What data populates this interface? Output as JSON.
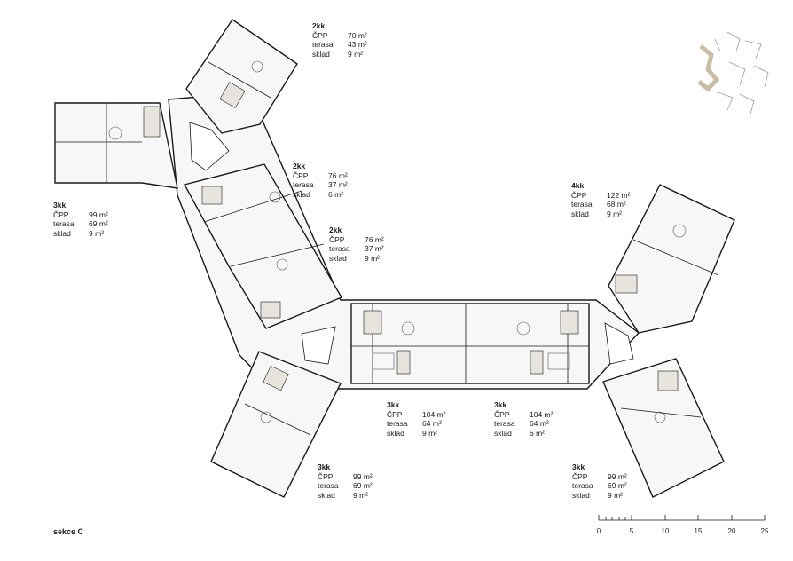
{
  "units": [
    {
      "id": "u1",
      "type": "2kk",
      "rows": [
        {
          "label": "ČPP",
          "value": "70 m²"
        },
        {
          "label": "terasa",
          "value": "43 m²"
        },
        {
          "label": "sklad",
          "value": "9 m²"
        }
      ]
    },
    {
      "id": "u2",
      "type": "2kk",
      "rows": [
        {
          "label": "ČPP",
          "value": "76 m²"
        },
        {
          "label": "terasa",
          "value": "37 m²"
        },
        {
          "label": "sklad",
          "value": "6 m²"
        }
      ]
    },
    {
      "id": "u3",
      "type": "2kk",
      "rows": [
        {
          "label": "ČPP",
          "value": "76 m²"
        },
        {
          "label": "terasa",
          "value": "37 m²"
        },
        {
          "label": "sklad",
          "value": "9 m²"
        }
      ]
    },
    {
      "id": "u4",
      "type": "3kk",
      "rows": [
        {
          "label": "ČPP",
          "value": "99 m²"
        },
        {
          "label": "terasa",
          "value": "69 m²"
        },
        {
          "label": "sklad",
          "value": "9 m²"
        }
      ]
    },
    {
      "id": "u5",
      "type": "4kk",
      "rows": [
        {
          "label": "ČPP",
          "value": "122 m²"
        },
        {
          "label": "terasa",
          "value": "68 m²"
        },
        {
          "label": "sklad",
          "value": "9 m²"
        }
      ]
    },
    {
      "id": "u6",
      "type": "3kk",
      "rows": [
        {
          "label": "ČPP",
          "value": "104 m²"
        },
        {
          "label": "terasa",
          "value": "64 m²"
        },
        {
          "label": "sklad",
          "value": "9 m²"
        }
      ]
    },
    {
      "id": "u7",
      "type": "3kk",
      "rows": [
        {
          "label": "ČPP",
          "value": "104 m²"
        },
        {
          "label": "terasa",
          "value": "64 m²"
        },
        {
          "label": "sklad",
          "value": "6 m²"
        }
      ]
    },
    {
      "id": "u8",
      "type": "3kk",
      "rows": [
        {
          "label": "ČPP",
          "value": "99 m²"
        },
        {
          "label": "terasa",
          "value": "69 m²"
        },
        {
          "label": "sklad",
          "value": "9 m²"
        }
      ]
    },
    {
      "id": "u9",
      "type": "3kk",
      "rows": [
        {
          "label": "ČPP",
          "value": "99 m²"
        },
        {
          "label": "terasa",
          "value": "69 m²"
        },
        {
          "label": "sklad",
          "value": "9 m²"
        }
      ]
    }
  ],
  "section_title": "sekce C",
  "scale_bar": {
    "ticks": [
      "0",
      "5",
      "10",
      "15",
      "20",
      "25"
    ]
  },
  "colors": {
    "line": "#1a1a1a",
    "corridor": "#f3f3f3",
    "wet_room": "#e6e4dc",
    "highlight": "#c9bda6",
    "outline": "#9a9a9a"
  }
}
